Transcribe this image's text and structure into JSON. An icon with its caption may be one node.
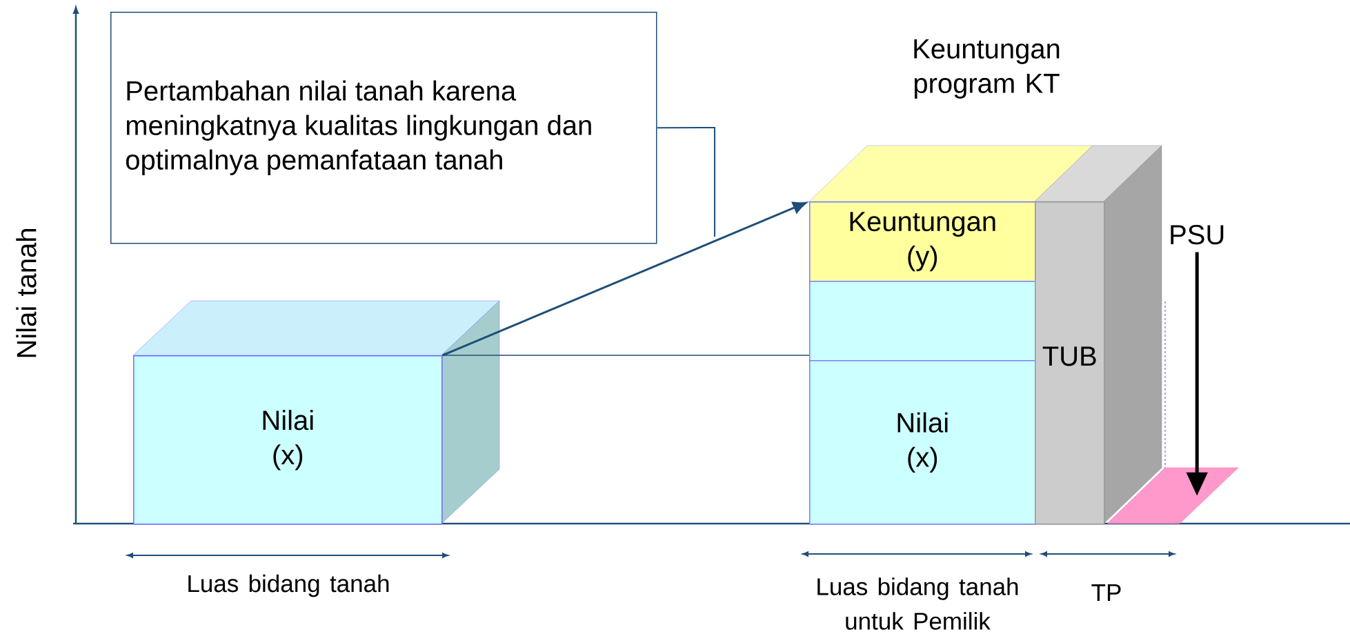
{
  "diagram": {
    "nodes": [
      {
        "text": [
          "Pertambahan nilai tanah karena meningkatnya kualitas lingkungan dan optimalnya pemanfataan tanah"
        ]
      },
      {
        "text": [
          "Nilai (x)"
        ]
      },
      {
        "text": [
          "Keuntungan (y)"
        ]
      },
      {
        "text": [],
        "shape": "box"
      },
      {
        "text": [
          "Nilai (x)"
        ]
      },
      {
        "text": [
          "TUB"
        ]
      },
      {
        "text": [
          "PSU"
        ]
      },
      {
        "text": [],
        "shape": "box"
      }
    ],
    "edges": [
      {
        "from": 1,
        "to": 2,
        "arrow": "to"
      },
      {
        "from": 0,
        "to": null,
        "arrow": "none"
      },
      {
        "from": 1,
        "to": 4,
        "arrow": "none"
      },
      {
        "from": 6,
        "to": 7,
        "arrow": "to",
        "style": "thick",
        "color": "#000000"
      }
    ],
    "labels": [
      "Nilai tanah",
      "Keuntungan program KT",
      "Luas bidang tanah",
      "Luas bidang tanah untuk Pemilik",
      "TP"
    ]
  }
}
